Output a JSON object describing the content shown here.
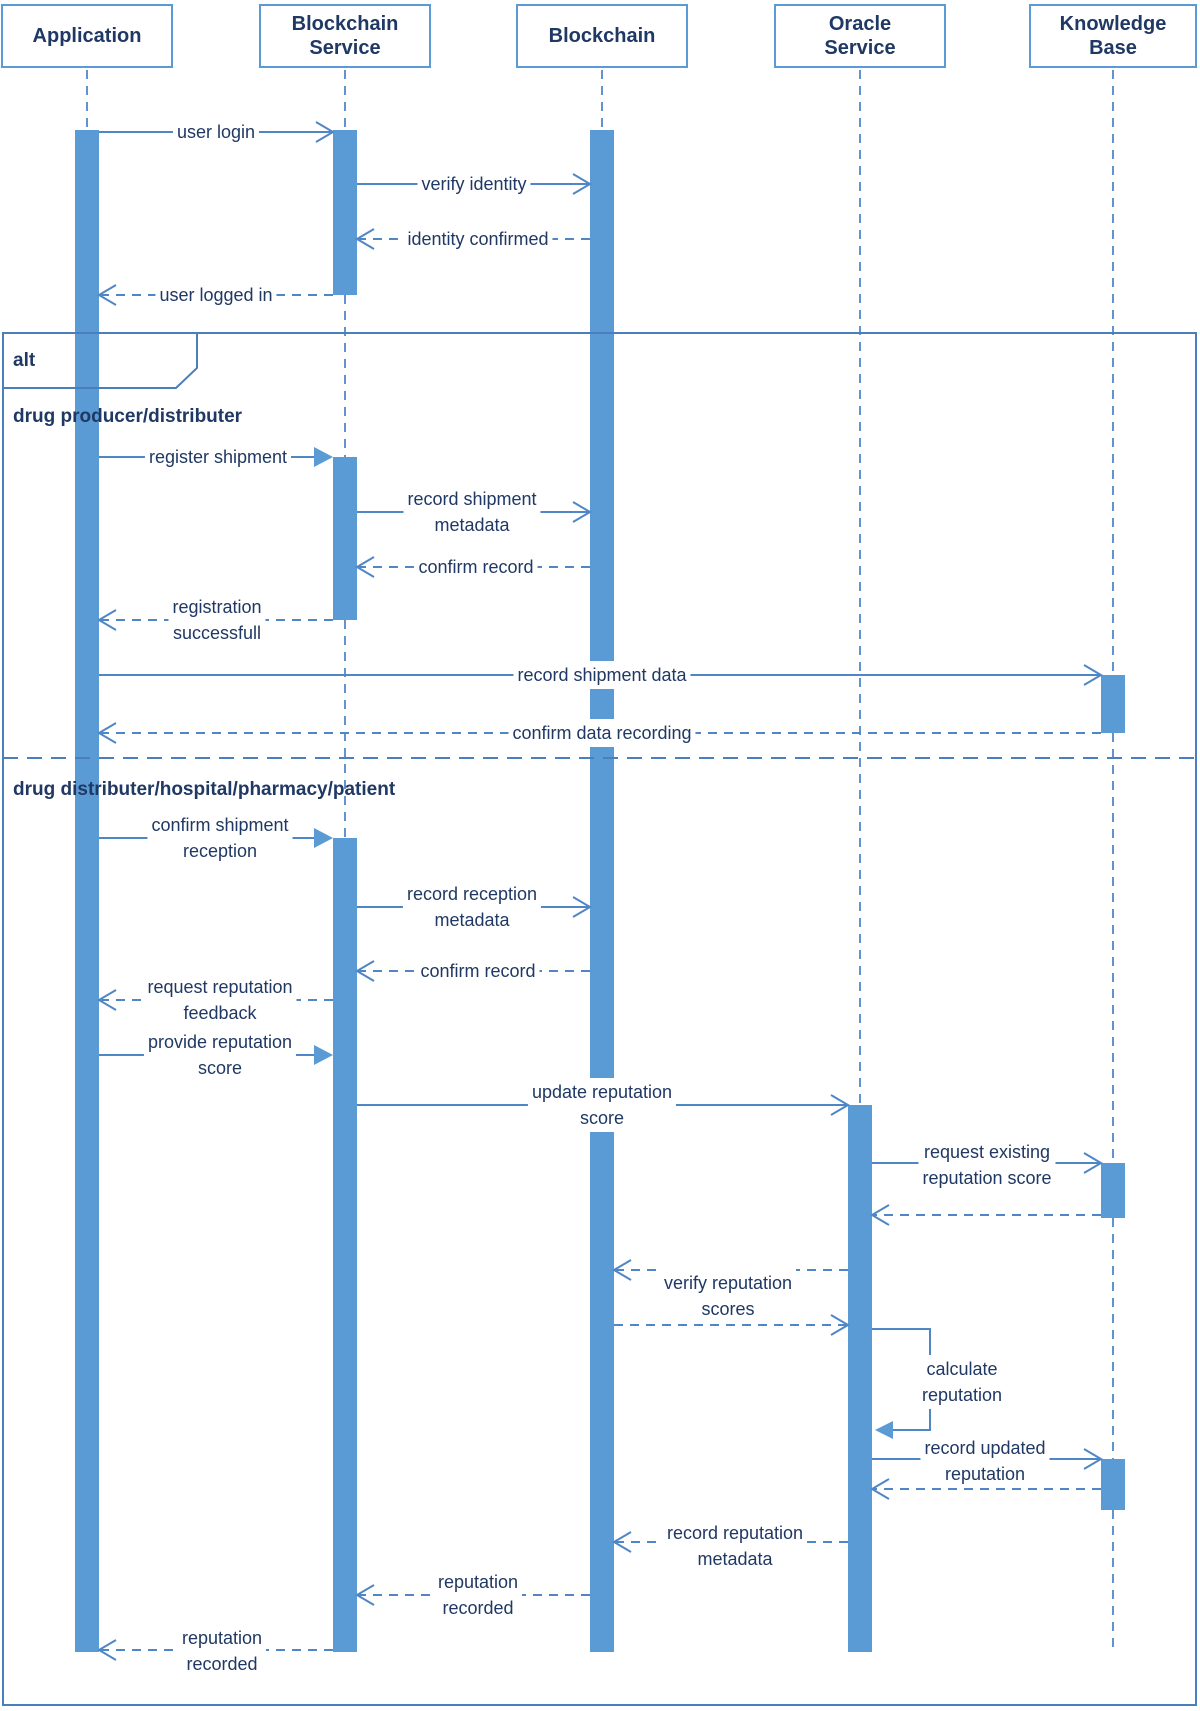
{
  "diagram_type": "uml-sequence-diagram",
  "colors": {
    "activation_bar": "#5b9bd5",
    "message_line": "#4f86c6",
    "lifeline_dash": "#6293cd",
    "frame_border": "#4a7ebd",
    "text": "#1f3864",
    "background": "#ffffff"
  },
  "actors": [
    {
      "id": "application",
      "label": "Application"
    },
    {
      "id": "blockchain-service",
      "label": "Blockchain\nService"
    },
    {
      "id": "blockchain",
      "label": "Blockchain"
    },
    {
      "id": "oracle-service",
      "label": "Oracle\nService"
    },
    {
      "id": "knowledge-base",
      "label": "Knowledge\nBase"
    }
  ],
  "alt_frame": {
    "operator": "alt",
    "guards": [
      "drug producer/distributer",
      "drug distributer/hospital/pharmacy/patient"
    ]
  },
  "messages": [
    {
      "label": "user login",
      "from": "Application",
      "to": "Blockchain Service",
      "line": "solid",
      "arrowhead": "open"
    },
    {
      "label": "verify identity",
      "from": "Blockchain Service",
      "to": "Blockchain",
      "line": "solid",
      "arrowhead": "open"
    },
    {
      "label": "identity confirmed",
      "from": "Blockchain",
      "to": "Blockchain Service",
      "line": "dashed",
      "arrowhead": "open"
    },
    {
      "label": "user logged in",
      "from": "Blockchain Service",
      "to": "Application",
      "line": "dashed",
      "arrowhead": "open"
    },
    {
      "label": "register shipment",
      "from": "Application",
      "to": "Blockchain Service",
      "line": "solid",
      "arrowhead": "filled"
    },
    {
      "label": "record shipment\nmetadata",
      "from": "Blockchain Service",
      "to": "Blockchain",
      "line": "solid",
      "arrowhead": "open"
    },
    {
      "label": "confirm record",
      "from": "Blockchain",
      "to": "Blockchain Service",
      "line": "dashed",
      "arrowhead": "open"
    },
    {
      "label": "registration\nsuccessfull",
      "from": "Blockchain Service",
      "to": "Application",
      "line": "dashed",
      "arrowhead": "open"
    },
    {
      "label": "record shipment data",
      "from": "Application",
      "to": "Knowledge Base",
      "line": "solid",
      "arrowhead": "open"
    },
    {
      "label": "confirm data recording",
      "from": "Knowledge Base",
      "to": "Application",
      "line": "dashed",
      "arrowhead": "open"
    },
    {
      "label": "confirm shipment\nreception",
      "from": "Application",
      "to": "Blockchain Service",
      "line": "solid",
      "arrowhead": "filled"
    },
    {
      "label": "record reception\nmetadata",
      "from": "Blockchain Service",
      "to": "Blockchain",
      "line": "solid",
      "arrowhead": "open"
    },
    {
      "label": "confirm record",
      "from": "Blockchain",
      "to": "Blockchain Service",
      "line": "dashed",
      "arrowhead": "open"
    },
    {
      "label": "request reputation\nfeedback",
      "from": "Blockchain Service",
      "to": "Application",
      "line": "dashed",
      "arrowhead": "open"
    },
    {
      "label": "provide reputation\nscore",
      "from": "Application",
      "to": "Blockchain Service",
      "line": "solid",
      "arrowhead": "filled"
    },
    {
      "label": "update reputation\nscore",
      "from": "Blockchain Service",
      "to": "Oracle Service",
      "line": "solid",
      "arrowhead": "open"
    },
    {
      "label": "request existing\nreputation score",
      "from": "Oracle Service",
      "to": "Knowledge Base",
      "line": "solid",
      "arrowhead": "open"
    },
    {
      "label": "",
      "from": "Knowledge Base",
      "to": "Oracle Service",
      "line": "dashed",
      "arrowhead": "open"
    },
    {
      "label": "verify reputation\nscores",
      "from": "Oracle Service",
      "to": "Blockchain",
      "line": "dashed",
      "arrowhead": "open"
    },
    {
      "label": "",
      "from": "Blockchain",
      "to": "Oracle Service",
      "line": "dashed",
      "arrowhead": "open"
    },
    {
      "label": "calculate\nreputation",
      "from": "Oracle Service",
      "to": "Oracle Service",
      "line": "solid",
      "arrowhead": "filled",
      "self_message": true
    },
    {
      "label": "record updated\nreputation",
      "from": "Oracle Service",
      "to": "Knowledge Base",
      "line": "solid",
      "arrowhead": "open"
    },
    {
      "label": "",
      "from": "Knowledge Base",
      "to": "Oracle Service",
      "line": "dashed",
      "arrowhead": "open"
    },
    {
      "label": "record reputation\nmetadata",
      "from": "Oracle Service",
      "to": "Blockchain",
      "line": "dashed",
      "arrowhead": "open"
    },
    {
      "label": "reputation\nrecorded",
      "from": "Blockchain",
      "to": "Blockchain Service",
      "line": "dashed",
      "arrowhead": "open"
    },
    {
      "label": "reputation\nrecorded",
      "from": "Blockchain Service",
      "to": "Application",
      "line": "dashed",
      "arrowhead": "open"
    }
  ]
}
